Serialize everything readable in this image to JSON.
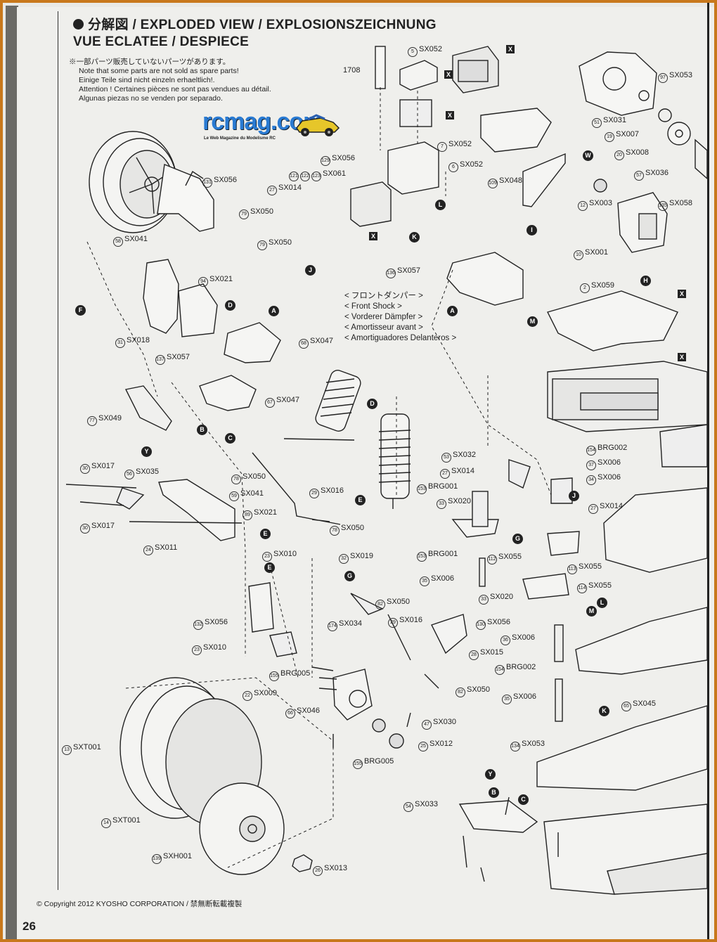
{
  "page": {
    "title_line1": "分解図 / EXPLODED VIEW / EXPLOSIONSZEICHNUNG",
    "title_line2": "VUE ECLATEE / DESPIECE",
    "notes": [
      "※一部パーツ販売していないパーツがあります。",
      "Note that some parts are not sold as spare parts!",
      "Einige Teile sind nicht einzeln erhaeltlich!.",
      "Attention ! Certaines pièces ne sont pas vendues au détail.",
      "Algunas piezas no se venden por separado."
    ],
    "logo_text": "rcmag.com",
    "logo_sub": "Le Web Magazine du Modelisme RC",
    "front_shock": [
      "< フロントダンパー >",
      "< Front Shock >",
      "< Vorderer Dämpfer >",
      "< Amortisseur avant >",
      "< Amortiguadores Delanteros >"
    ],
    "copyright": "© Copyright 2012 KYOSHO CORPORATION / 禁無断転載複製",
    "page_number": "26"
  },
  "parts": [
    {
      "num": "5",
      "code": "SX052"
    },
    {
      "num": "",
      "code": "1708"
    },
    {
      "num": "97",
      "code": "SX053"
    },
    {
      "num": "51",
      "code": "SX031"
    },
    {
      "num": "19",
      "code": "SX007"
    },
    {
      "num": "20",
      "code": "SX008"
    },
    {
      "num": "57",
      "code": "SX036"
    },
    {
      "num": "7",
      "code": "SX052"
    },
    {
      "num": "6",
      "code": "SX052"
    },
    {
      "num": "129",
      "code": "SX056"
    },
    {
      "num": "109",
      "code": "SX048"
    },
    {
      "num": "131",
      "code": "SX056"
    },
    {
      "num": "121",
      "code": ""
    },
    {
      "num": "122",
      "code": ""
    },
    {
      "num": "123",
      "code": "SX061"
    },
    {
      "num": "27",
      "code": "SX014"
    },
    {
      "num": "12",
      "code": "SX003"
    },
    {
      "num": "135",
      "code": "SX058"
    },
    {
      "num": "79",
      "code": "SX050"
    },
    {
      "num": "58",
      "code": "SX041"
    },
    {
      "num": "79",
      "code": "SX050"
    },
    {
      "num": "10",
      "code": "SX001"
    },
    {
      "num": "136",
      "code": "SX057"
    },
    {
      "num": "94",
      "code": "SX021"
    },
    {
      "num": "2",
      "code": "SX059"
    },
    {
      "num": "31",
      "code": "SX018"
    },
    {
      "num": "68",
      "code": "SX047"
    },
    {
      "num": "137",
      "code": "SX057"
    },
    {
      "num": "67",
      "code": "SX047"
    },
    {
      "num": "77",
      "code": "SX049"
    },
    {
      "num": "154",
      "code": "BRG002"
    },
    {
      "num": "53",
      "code": "SX032"
    },
    {
      "num": "37",
      "code": "SX006"
    },
    {
      "num": "30",
      "code": "SX017"
    },
    {
      "num": "56",
      "code": "SX035"
    },
    {
      "num": "27",
      "code": "SX014"
    },
    {
      "num": "34",
      "code": "SX006"
    },
    {
      "num": "78",
      "code": "SX050"
    },
    {
      "num": "153",
      "code": "BRG001"
    },
    {
      "num": "29",
      "code": "SX016"
    },
    {
      "num": "59",
      "code": "SX041"
    },
    {
      "num": "33",
      "code": "SX020"
    },
    {
      "num": "27",
      "code": "SX014"
    },
    {
      "num": "30",
      "code": "SX017"
    },
    {
      "num": "89",
      "code": "SX021"
    },
    {
      "num": "78",
      "code": "SX050"
    },
    {
      "num": "24",
      "code": "SX011"
    },
    {
      "num": "153",
      "code": "BRG001"
    },
    {
      "num": "112",
      "code": "SX055"
    },
    {
      "num": "113",
      "code": "SX055"
    },
    {
      "num": "23",
      "code": "SX010"
    },
    {
      "num": "32",
      "code": "SX019"
    },
    {
      "num": "35",
      "code": "SX006"
    },
    {
      "num": "114",
      "code": "SX055"
    },
    {
      "num": "33",
      "code": "SX020"
    },
    {
      "num": "82",
      "code": "SX050"
    },
    {
      "num": "132",
      "code": "SX056"
    },
    {
      "num": "174",
      "code": "SX034"
    },
    {
      "num": "29",
      "code": "SX016"
    },
    {
      "num": "130",
      "code": "SX056"
    },
    {
      "num": "23",
      "code": "SX010"
    },
    {
      "num": "36",
      "code": "SX006"
    },
    {
      "num": "28",
      "code": "SX015"
    },
    {
      "num": "155",
      "code": "BRG005"
    },
    {
      "num": "154",
      "code": "BRG002"
    },
    {
      "num": "22",
      "code": "SX009"
    },
    {
      "num": "82",
      "code": "SX050"
    },
    {
      "num": "35",
      "code": "SX006"
    },
    {
      "num": "66",
      "code": "SX046"
    },
    {
      "num": "65",
      "code": "SX045"
    },
    {
      "num": "47",
      "code": "SX030"
    },
    {
      "num": "13",
      "code": "SXT001"
    },
    {
      "num": "25",
      "code": "SX012"
    },
    {
      "num": "134",
      "code": "SX053"
    },
    {
      "num": "155",
      "code": "BRG005"
    },
    {
      "num": "54",
      "code": "SX033"
    },
    {
      "num": "14",
      "code": "SXT001"
    },
    {
      "num": "139",
      "code": "SXH001"
    },
    {
      "num": "26",
      "code": "SX013"
    }
  ],
  "markers": [
    "X",
    "X",
    "X",
    "W",
    "L",
    "X",
    "K",
    "I",
    "J",
    "H",
    "X",
    "D",
    "F",
    "A",
    "A",
    "M",
    "X",
    "D",
    "B",
    "C",
    "Y",
    "E",
    "E",
    "E",
    "G",
    "J",
    "G",
    "L",
    "M",
    "K",
    "Y",
    "B",
    "C"
  ]
}
